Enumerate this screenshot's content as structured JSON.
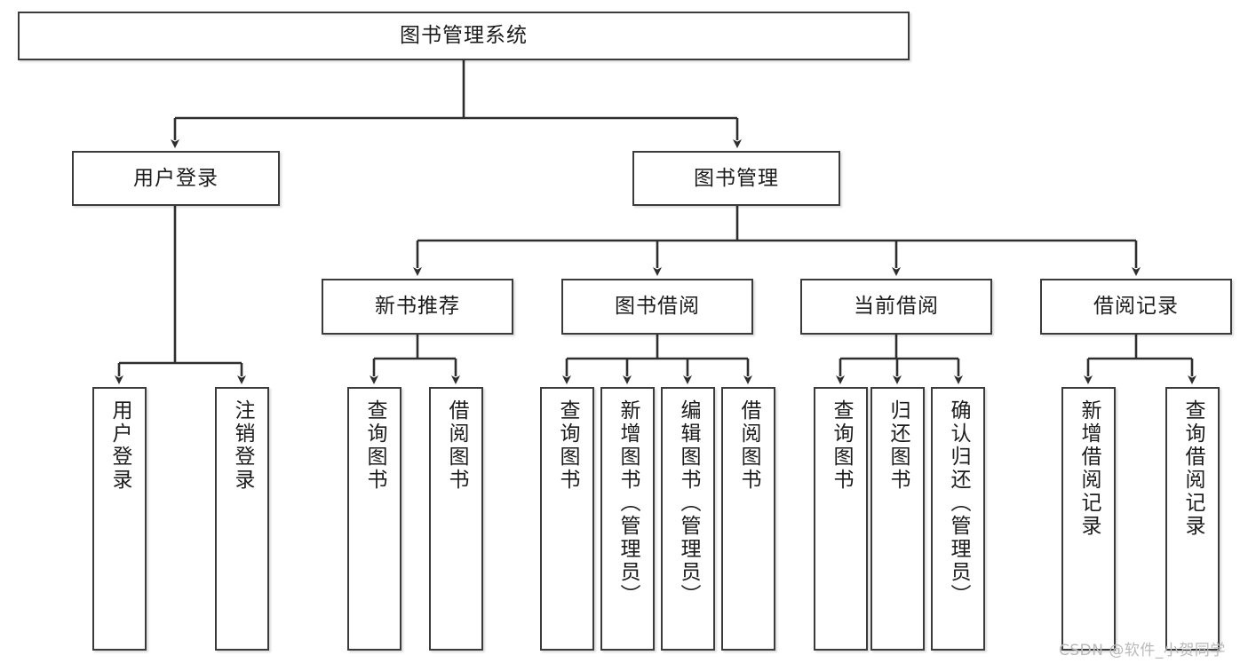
{
  "diagram": {
    "type": "hierarchy-tree",
    "title": "图书管理系统",
    "watermark": "CSDN @软件_小贺同学",
    "colors": {
      "node_border": "#3b3b3b",
      "node_fill": "#ffffff",
      "connector": "#2e2e2e",
      "text": "#1c1c1c",
      "watermark": "#b9b9b9",
      "background": "#ffffff"
    },
    "nodes": {
      "root": {
        "label": "图书管理系统",
        "level": 1,
        "orientation": "horizontal"
      },
      "level2": [
        {
          "id": "user-login",
          "label": "用户登录",
          "orientation": "horizontal"
        },
        {
          "id": "book-management",
          "label": "图书管理",
          "orientation": "horizontal"
        }
      ],
      "level3": [
        {
          "id": "new-book-recommend",
          "label": "新书推荐",
          "parent": "book-management",
          "orientation": "horizontal"
        },
        {
          "id": "book-borrow",
          "label": "图书借阅",
          "parent": "book-management",
          "orientation": "horizontal"
        },
        {
          "id": "current-borrow",
          "label": "当前借阅",
          "parent": "book-management",
          "orientation": "horizontal"
        },
        {
          "id": "borrow-record",
          "label": "借阅记录",
          "parent": "book-management",
          "orientation": "horizontal"
        }
      ],
      "leaves": [
        {
          "id": "leaf-user-login",
          "label": "用户登录",
          "parent": "user-login",
          "orientation": "vertical"
        },
        {
          "id": "leaf-logout-login",
          "label": "注销登录",
          "parent": "user-login",
          "orientation": "vertical"
        },
        {
          "id": "leaf-query-book-recommend",
          "label": "查询图书",
          "parent": "new-book-recommend",
          "orientation": "vertical"
        },
        {
          "id": "leaf-borrow-book-recommend",
          "label": "借阅图书",
          "parent": "new-book-recommend",
          "orientation": "vertical"
        },
        {
          "id": "leaf-query-book-borrow",
          "label": "查询图书",
          "parent": "book-borrow",
          "orientation": "vertical"
        },
        {
          "id": "leaf-add-book",
          "label": "新增图书（管理员）",
          "parent": "book-borrow",
          "orientation": "vertical"
        },
        {
          "id": "leaf-edit-book",
          "label": "编辑图书（管理员）",
          "parent": "book-borrow",
          "orientation": "vertical"
        },
        {
          "id": "leaf-borrow-book",
          "label": "借阅图书",
          "parent": "book-borrow",
          "orientation": "vertical"
        },
        {
          "id": "leaf-query-book-current",
          "label": "查询图书",
          "parent": "current-borrow",
          "orientation": "vertical"
        },
        {
          "id": "leaf-return-book",
          "label": "归还图书",
          "parent": "current-borrow",
          "orientation": "vertical"
        },
        {
          "id": "leaf-confirm-return",
          "label": "确认归还（管理员）",
          "parent": "current-borrow",
          "orientation": "vertical"
        },
        {
          "id": "leaf-add-borrow-record",
          "label": "新增借阅记录",
          "parent": "borrow-record",
          "orientation": "vertical"
        },
        {
          "id": "leaf-query-borrow-record",
          "label": "查询借阅记录",
          "parent": "borrow-record",
          "orientation": "vertical"
        }
      ]
    }
  }
}
